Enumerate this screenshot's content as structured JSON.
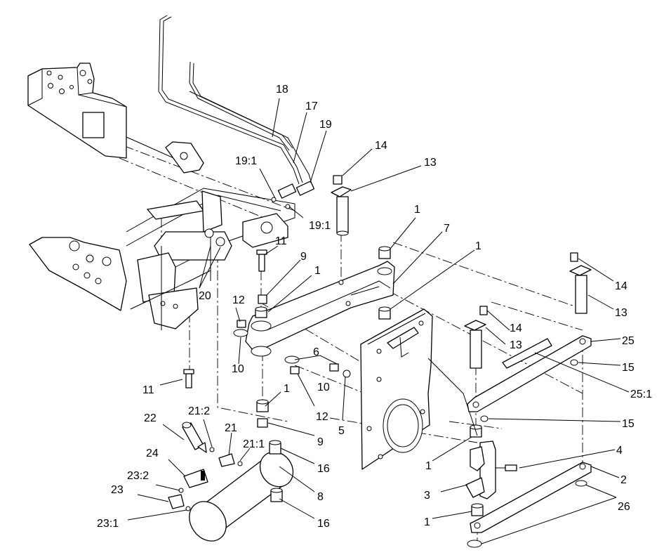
{
  "diagram": {
    "background": "#ffffff",
    "line_color": "#000000",
    "callouts": [
      {
        "id": "c18",
        "label": "18"
      },
      {
        "id": "c17",
        "label": "17"
      },
      {
        "id": "c19",
        "label": "19"
      },
      {
        "id": "c19-1-top",
        "label": "19:1"
      },
      {
        "id": "c19-1-bottom",
        "label": "19:1"
      },
      {
        "id": "c14-a",
        "label": "14"
      },
      {
        "id": "c13-a",
        "label": "13"
      },
      {
        "id": "c1-a",
        "label": "1"
      },
      {
        "id": "c7",
        "label": "7"
      },
      {
        "id": "c1-b",
        "label": "1"
      },
      {
        "id": "c11-a",
        "label": "11"
      },
      {
        "id": "c9-a",
        "label": "9"
      },
      {
        "id": "c1-c",
        "label": "1"
      },
      {
        "id": "c20",
        "label": "20"
      },
      {
        "id": "c12-a",
        "label": "12"
      },
      {
        "id": "c10-a",
        "label": "10"
      },
      {
        "id": "c6",
        "label": "6"
      },
      {
        "id": "c10-b",
        "label": "10"
      },
      {
        "id": "c12-b",
        "label": "12"
      },
      {
        "id": "c5",
        "label": "5"
      },
      {
        "id": "c11-b",
        "label": "11"
      },
      {
        "id": "c1-d",
        "label": "1"
      },
      {
        "id": "c9-b",
        "label": "9"
      },
      {
        "id": "c22",
        "label": "22"
      },
      {
        "id": "c21-2",
        "label": "21:2"
      },
      {
        "id": "c21",
        "label": "21"
      },
      {
        "id": "c21-1",
        "label": "21:1"
      },
      {
        "id": "c16-a",
        "label": "16"
      },
      {
        "id": "c24",
        "label": "24"
      },
      {
        "id": "c8",
        "label": "8"
      },
      {
        "id": "c23-2",
        "label": "23:2"
      },
      {
        "id": "c23",
        "label": "23"
      },
      {
        "id": "c16-b",
        "label": "16"
      },
      {
        "id": "c23-1",
        "label": "23:1"
      },
      {
        "id": "c14-b",
        "label": "14"
      },
      {
        "id": "c13-b",
        "label": "13"
      },
      {
        "id": "c14-c",
        "label": "14"
      },
      {
        "id": "c13-c",
        "label": "13"
      },
      {
        "id": "c25",
        "label": "25"
      },
      {
        "id": "c15-a",
        "label": "15"
      },
      {
        "id": "c25-1",
        "label": "25:1"
      },
      {
        "id": "c15-b",
        "label": "15"
      },
      {
        "id": "c1-e",
        "label": "1"
      },
      {
        "id": "c4",
        "label": "4"
      },
      {
        "id": "c2",
        "label": "2"
      },
      {
        "id": "c3",
        "label": "3"
      },
      {
        "id": "c26",
        "label": "26"
      },
      {
        "id": "c1-f",
        "label": "1"
      }
    ]
  }
}
